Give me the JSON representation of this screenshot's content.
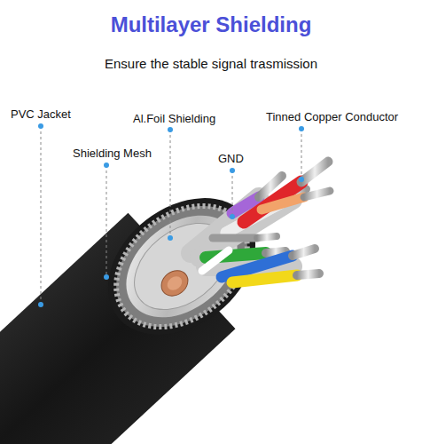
{
  "diagram": {
    "title": "Multilayer Shielding",
    "caption": "Ensure the stable signal trasmission",
    "labels": [
      "PVC Jacket",
      "Al.Foil Shielding",
      "Tinned Copper Conductor",
      "Shielding Mesh",
      "GND"
    ]
  }
}
